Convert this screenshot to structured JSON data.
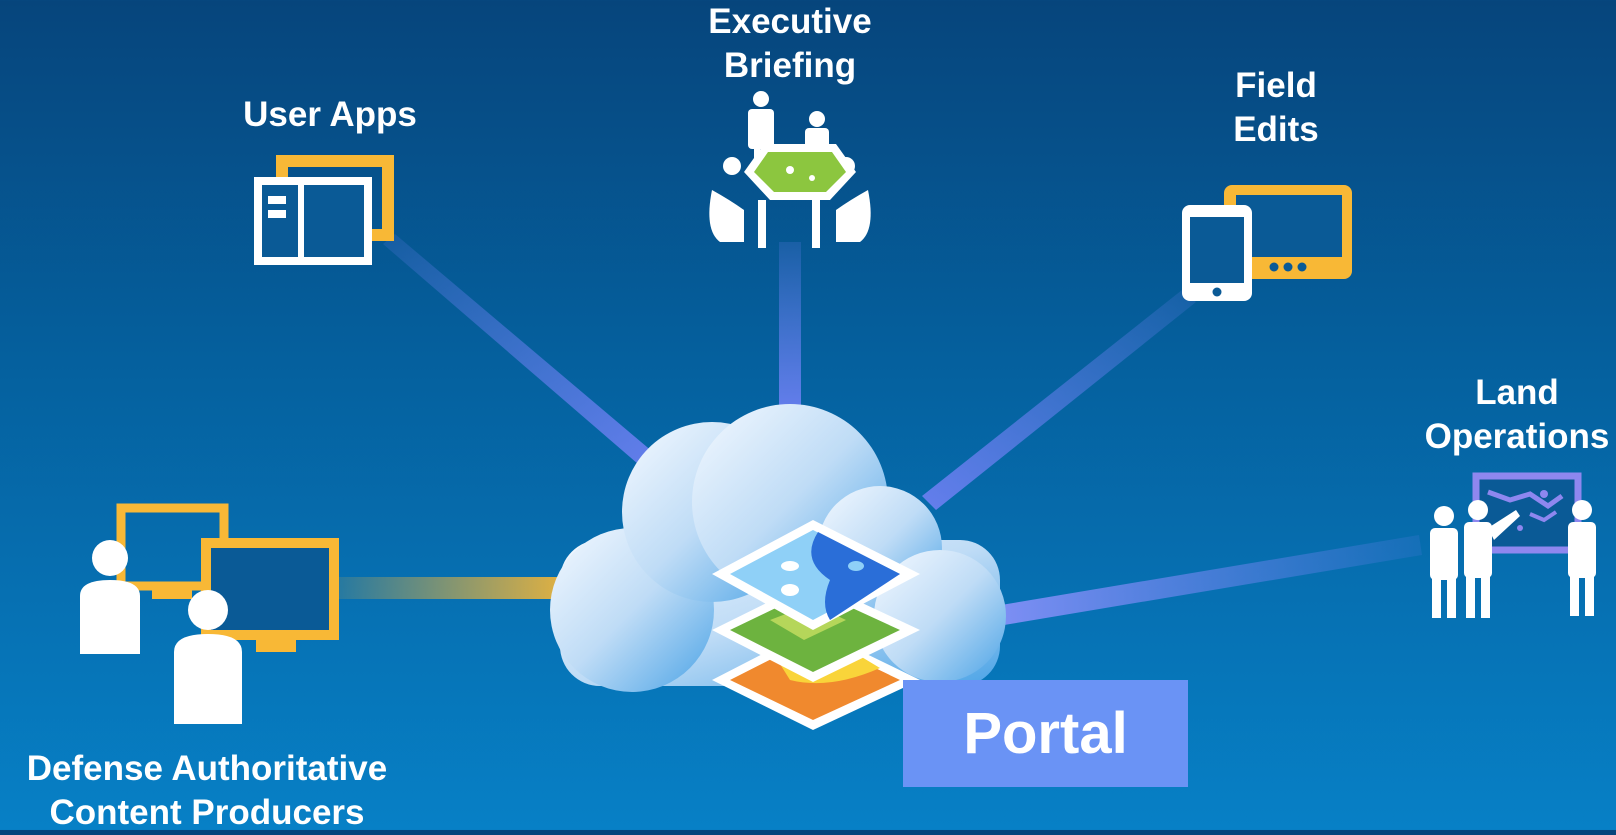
{
  "nodes": {
    "user_apps": {
      "line1": "User Apps"
    },
    "executive_briefing": {
      "line1": "Executive",
      "line2": "Briefing"
    },
    "field_edits": {
      "line1": "Field",
      "line2": "Edits"
    },
    "land_operations": {
      "line1": "Land",
      "line2": "Operations"
    },
    "defense_producers": {
      "line1": "Defense Authoritative",
      "line2": "Content Producers"
    }
  },
  "hub": {
    "label": "Portal"
  },
  "colors": {
    "background_top": "#06457c",
    "background_bottom": "#0780c6",
    "connector": "#6a7ff0",
    "accent_yellow": "#f8b836",
    "portal_box": "#6a93f5",
    "icon_white": "#ffffff"
  },
  "icons": {
    "user_apps": "app-windows-icon",
    "executive_briefing": "meeting-table-icon",
    "field_edits": "phone-tablet-icon",
    "land_operations": "team-map-board-icon",
    "defense_producers": "users-computers-icon",
    "hub": "cloud-icon",
    "layers": "map-layers-icon"
  }
}
